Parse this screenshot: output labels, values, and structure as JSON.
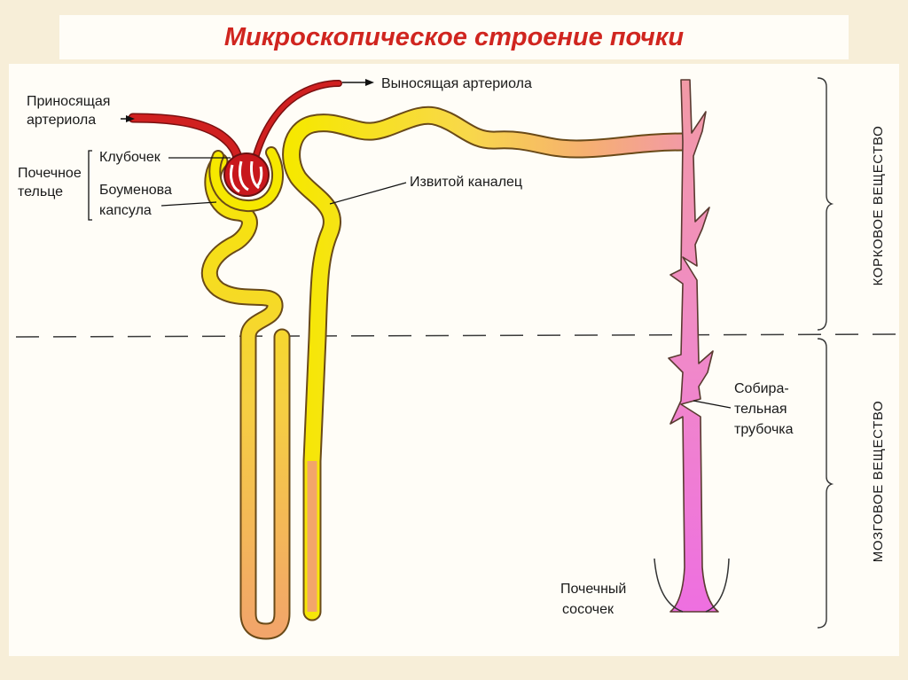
{
  "title": "Микроскопическое строение почки",
  "labels": {
    "afferent_line1": "Приносящая",
    "afferent_line2": "артериола",
    "renal_corpuscle_line1": "Почечное",
    "renal_corpuscle_line2": "тельце",
    "glomerulus": "Клубочек",
    "bowman_line1": "Боуменова",
    "bowman_line2": "капсула",
    "efferent": "Выносящая артериола",
    "convoluted_tubule": "Извитой каналец",
    "collecting_line1": "Собира-",
    "collecting_line2": "тельная",
    "collecting_line3": "трубочка",
    "papilla_line1": "Почечный",
    "papilla_line2": "сосочек"
  },
  "zones": {
    "cortex": "КОРКОВОЕ ВЕЩЕСТВО",
    "medulla": "МОЗГОВОЕ ВЕЩЕСТВО"
  },
  "colors": {
    "title": "#d0251f",
    "arteriole": "#c8171c",
    "tubule_start": "#f6e800",
    "tubule_end": "#f2a56a",
    "collecting_top": "#f29aa5",
    "collecting_bottom": "#ee6fe0",
    "outline": "#7a5a20",
    "background": "#f7eed8"
  }
}
